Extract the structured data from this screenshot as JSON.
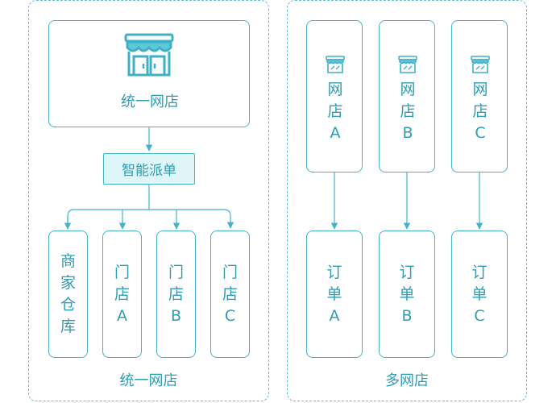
{
  "left_panel": {
    "top_box_label": "统一网店",
    "dispatch_label": "智能派单",
    "columns": [
      [
        "商",
        "家",
        "仓",
        "库"
      ],
      [
        "门",
        "店",
        "A"
      ],
      [
        "门",
        "店",
        "B"
      ],
      [
        "门",
        "店",
        "C"
      ]
    ],
    "caption": "统一网店"
  },
  "right_panel": {
    "stores": [
      [
        "网",
        "店",
        "A"
      ],
      [
        "网",
        "店",
        "B"
      ],
      [
        "网",
        "店",
        "C"
      ]
    ],
    "orders": [
      [
        "订",
        "单",
        "A"
      ],
      [
        "订",
        "单",
        "B"
      ],
      [
        "订",
        "单",
        "C"
      ]
    ],
    "caption": "多网店"
  },
  "icons": {
    "store": "store-icon"
  },
  "colors": {
    "stroke": "#45b3c8",
    "text": "#2f9db3",
    "dispatch_fill": "#dff6f8"
  }
}
